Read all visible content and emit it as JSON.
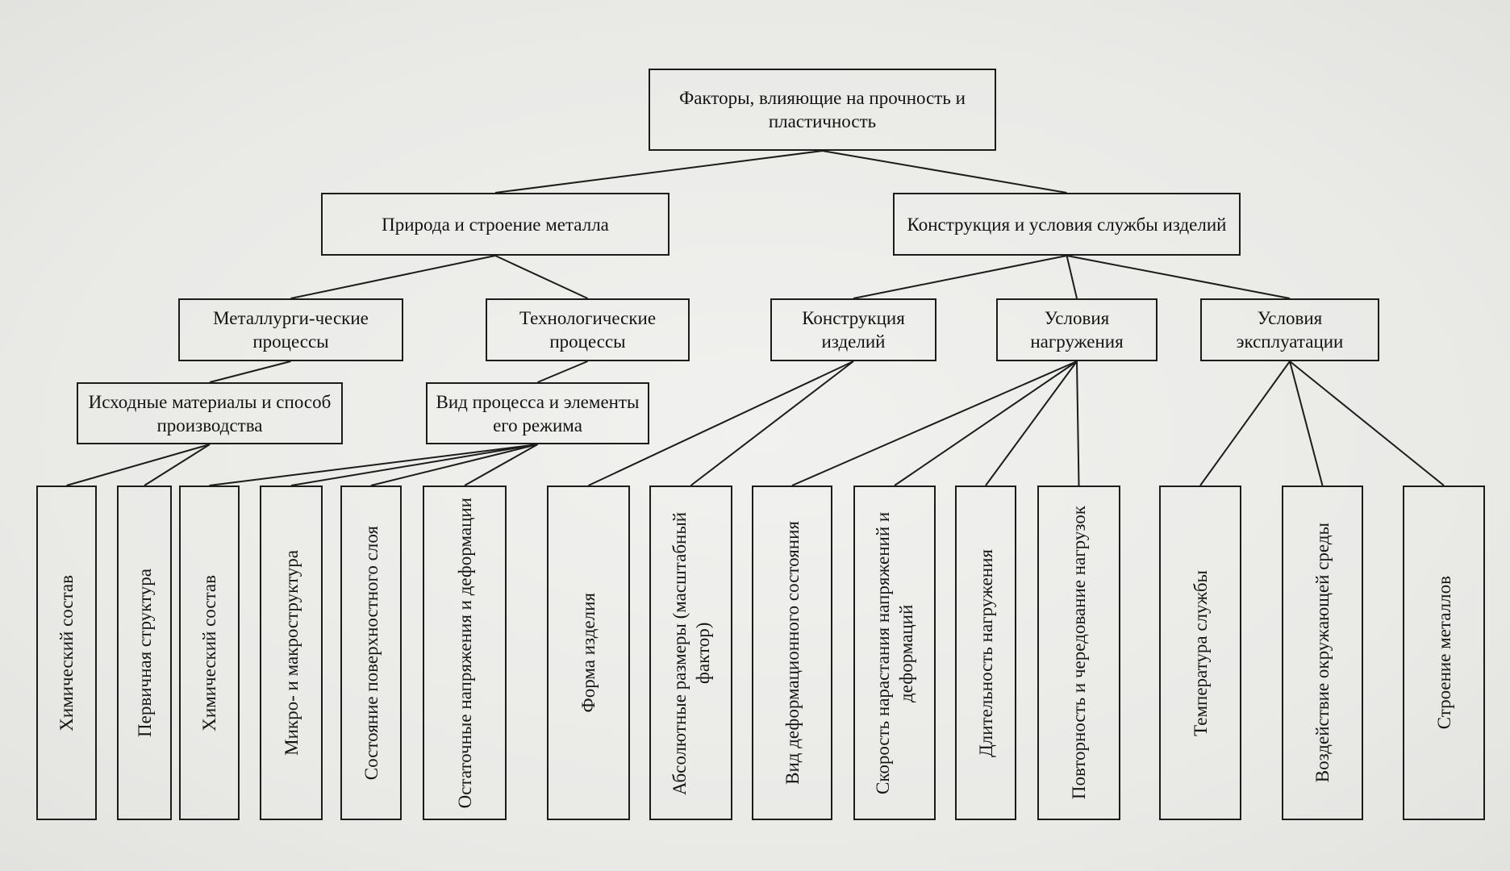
{
  "diagram": {
    "root": {
      "label": "Факторы, влияющие на прочность и пластичность"
    },
    "level1": [
      {
        "label": "Природа и строение металла"
      },
      {
        "label": "Конструкция и условия службы изделий"
      }
    ],
    "level2": [
      {
        "label": "Металлурги-ческие процессы"
      },
      {
        "label": "Технологические процессы"
      },
      {
        "label": "Конструкция изделий"
      },
      {
        "label": "Условия нагружения"
      },
      {
        "label": "Условия эксплуатации"
      }
    ],
    "level3": [
      {
        "label": "Исходные материалы и способ производства"
      },
      {
        "label": "Вид процесса и элементы его режима"
      }
    ],
    "leaves": [
      {
        "label": "Химический состав"
      },
      {
        "label": "Первичная структура"
      },
      {
        "label": "Химический состав"
      },
      {
        "label": "Микро- и макроструктура"
      },
      {
        "label": "Состояние поверхностного слоя"
      },
      {
        "label": "Остаточные напряжения и деформации"
      },
      {
        "label": "Форма изделия"
      },
      {
        "label": "Абсолютные размеры (масштабный фактор)"
      },
      {
        "label": "Вид деформационного состояния"
      },
      {
        "label": "Скорость нарастания напряжений и деформаций"
      },
      {
        "label": "Длительность нагружения"
      },
      {
        "label": "Повторность и чередование нагрузок"
      },
      {
        "label": "Температура службы"
      },
      {
        "label": "Воздействие окружающей среды"
      },
      {
        "label": "Строение металлов"
      }
    ],
    "connections": [
      [
        "root",
        "level1.0"
      ],
      [
        "root",
        "level1.1"
      ],
      [
        "level1.0",
        "level2.0"
      ],
      [
        "level1.0",
        "level2.1"
      ],
      [
        "level1.1",
        "level2.2"
      ],
      [
        "level1.1",
        "level2.3"
      ],
      [
        "level1.1",
        "level2.4"
      ],
      [
        "level2.0",
        "level3.0"
      ],
      [
        "level2.1",
        "level3.1"
      ],
      [
        "level3.0",
        "leaves.0"
      ],
      [
        "level3.0",
        "leaves.1"
      ],
      [
        "level3.1",
        "leaves.2"
      ],
      [
        "level3.1",
        "leaves.3"
      ],
      [
        "level3.1",
        "leaves.4"
      ],
      [
        "level3.1",
        "leaves.5"
      ],
      [
        "level2.2",
        "leaves.6"
      ],
      [
        "level2.2",
        "leaves.7"
      ],
      [
        "level2.3",
        "leaves.8"
      ],
      [
        "level2.3",
        "leaves.9"
      ],
      [
        "level2.3",
        "leaves.10"
      ],
      [
        "level2.3",
        "leaves.11"
      ],
      [
        "level2.4",
        "leaves.12"
      ],
      [
        "level2.4",
        "leaves.13"
      ],
      [
        "level2.4",
        "leaves.14"
      ]
    ]
  }
}
